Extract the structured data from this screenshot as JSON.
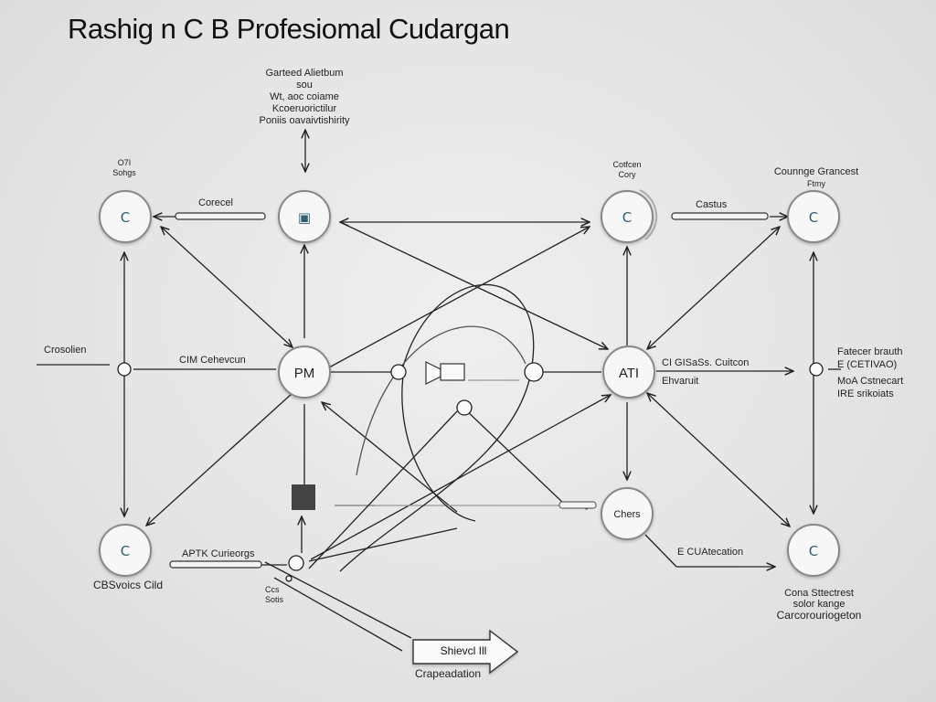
{
  "title": "Rashig n C B Profesiomal Cudargan",
  "top_note": [
    "Garteed Alietbum",
    "sou",
    "Wt, aoc coiame",
    "Kcoeruorictilur",
    "Poniis oavaivtishirity"
  ],
  "left_top_small": [
    "O7I",
    "Sohgs"
  ],
  "right_top_small": [
    "Cotfcen",
    "Cory"
  ],
  "right_top_caption": [
    "Counnge Grancest",
    "Ftmy"
  ],
  "edge_top_left": "Corecel",
  "edge_top_right": "Castus",
  "left_mid_label": "Crosolien",
  "center_label_left": "CIM Cehevcun",
  "node_pm": "PM",
  "node_ati": "ATI",
  "right_mid_labels": [
    "CI GISaSs. Cuitcon",
    "Ehvaruit"
  ],
  "right_far_labels": [
    "Fatecer brauth",
    "E (CETIVAO)",
    "MoA Cstnecart",
    "IRE srikoiats"
  ],
  "node_chers": "Chers",
  "bottom_left_edge": "APTK Curieorgs",
  "bottom_left_caption": "CBSvoics Cild",
  "bottom_left_small": [
    "Ccs",
    "Sotis"
  ],
  "bottom_right_edge": "E CUAtecation",
  "bottom_right_caption": [
    "Cona Sttectrest",
    "solor kange",
    "Carcorouriogeton"
  ],
  "arrow_label": "Shievcl Ill",
  "bottom_caption": "Crapeadation",
  "icons": {
    "top_left": "C",
    "top_center": "▣",
    "top_right_inner": "C",
    "top_right": "C",
    "bottom_left": "C",
    "bottom_right": "C"
  },
  "colors": {
    "icon": "#2f5f70",
    "line": "#222222",
    "node_fill": "#f7f7f7",
    "node_stroke": "#888888"
  }
}
